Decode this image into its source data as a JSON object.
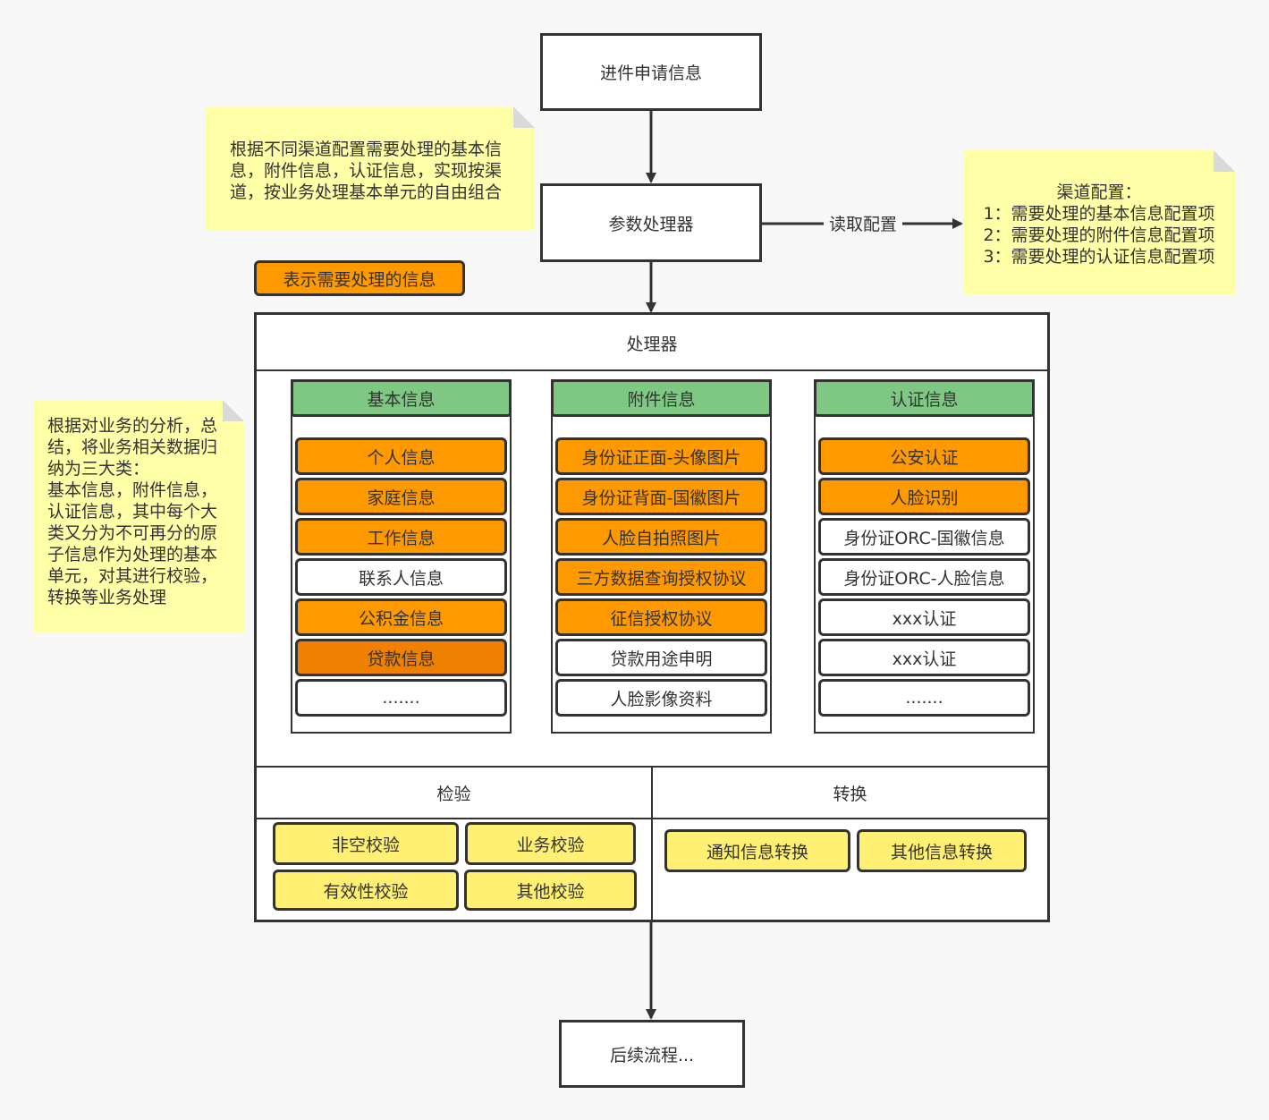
{
  "nodes": {
    "start": "进件申请信息",
    "param_processor": "参数处理器",
    "processor": "处理器",
    "end": "后续流程..."
  },
  "edge_label": "读取配置",
  "legend": "表示需要处理的信息",
  "notes": {
    "top": "根据不同渠道配置需要处理的基本信息，附件信息，认证信息，实现按渠道，按业务处理基本单元的自由组合",
    "left_lines": [
      "根据对业务的分析，总",
      "结，将业务相关数据归",
      "纳为三大类：",
      "基本信息，附件信息，",
      "认证信息，其中每个大",
      "类又分为不可再分的原",
      "子信息作为处理的基本",
      "单元，对其进行校验，",
      "转换等业务处理"
    ],
    "right_lines": [
      "渠道配置：",
      "1：需要处理的基本信息配置项",
      "2：需要处理的附件信息配置项",
      "3：需要处理的认证信息配置项"
    ]
  },
  "columns": [
    {
      "title": "基本信息",
      "items": [
        {
          "label": "个人信息",
          "style": "orange"
        },
        {
          "label": "家庭信息",
          "style": "orange"
        },
        {
          "label": "工作信息",
          "style": "orange"
        },
        {
          "label": "联系人信息",
          "style": "white"
        },
        {
          "label": "公积金信息",
          "style": "orange"
        },
        {
          "label": "贷款信息",
          "style": "orange-dark"
        },
        {
          "label": ".......",
          "style": "white"
        }
      ]
    },
    {
      "title": "附件信息",
      "items": [
        {
          "label": "身份证正面-头像图片",
          "style": "orange"
        },
        {
          "label": "身份证背面-国徽图片",
          "style": "orange"
        },
        {
          "label": "人脸自拍照图片",
          "style": "orange"
        },
        {
          "label": "三方数据查询授权协议",
          "style": "orange"
        },
        {
          "label": "征信授权协议",
          "style": "orange"
        },
        {
          "label": "贷款用途申明",
          "style": "white"
        },
        {
          "label": "人脸影像资料",
          "style": "white"
        }
      ]
    },
    {
      "title": "认证信息",
      "items": [
        {
          "label": "公安认证",
          "style": "orange"
        },
        {
          "label": "人脸识别",
          "style": "orange"
        },
        {
          "label": "身份证ORC-国徽信息",
          "style": "white"
        },
        {
          "label": "身份证ORC-人脸信息",
          "style": "white"
        },
        {
          "label": "xxx认证",
          "style": "white"
        },
        {
          "label": "xxx认证",
          "style": "white"
        },
        {
          "label": ".......",
          "style": "white"
        }
      ]
    }
  ],
  "validation": {
    "title": "检验",
    "items": [
      "非空校验",
      "业务校验",
      "有效性校验",
      "其他校验"
    ]
  },
  "conversion": {
    "title": "转换",
    "items": [
      "通知信息转换",
      "其他信息转换"
    ]
  },
  "colors": {
    "orange": "#ff9900",
    "orange_dark": "#f08000",
    "green": "#7ec883",
    "yellow": "#ffef73",
    "note": "#ffffa8"
  }
}
